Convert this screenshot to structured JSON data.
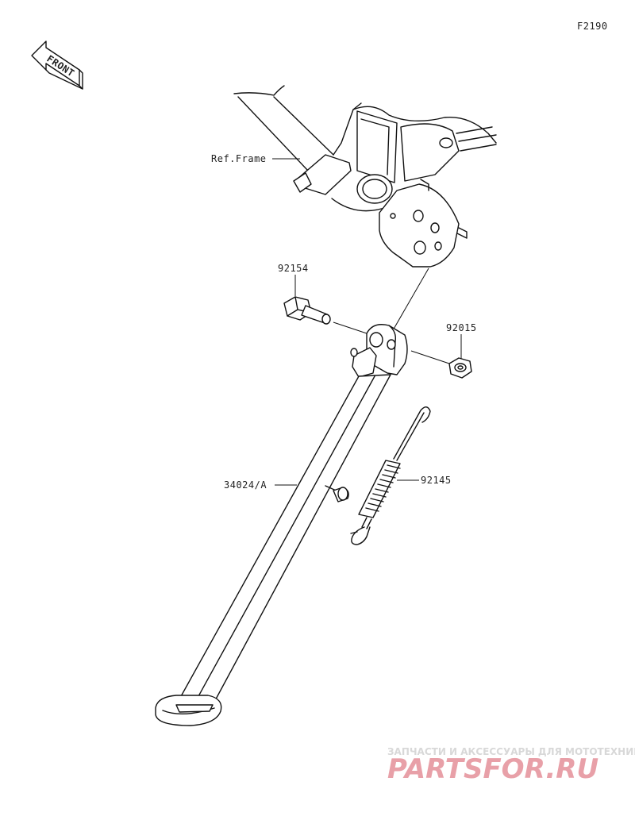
{
  "figure_code": "F2190",
  "front_arrow": {
    "label": "FRONT",
    "icon": "front-arrow-icon"
  },
  "callouts": {
    "ref_frame": "Ref.Frame",
    "bolt": "92154",
    "nut": "92015",
    "stand": "34024/A",
    "spring": "92145"
  },
  "watermark": {
    "subtitle": "ЗАПЧАСТИ И АКСЕССУАРЫ ДЛЯ МОТОТЕХНИКИ",
    "brand": "PARTSFOR.RU",
    "color_primary": "#e8a0a8",
    "color_secondary": "#d8d8d8"
  }
}
